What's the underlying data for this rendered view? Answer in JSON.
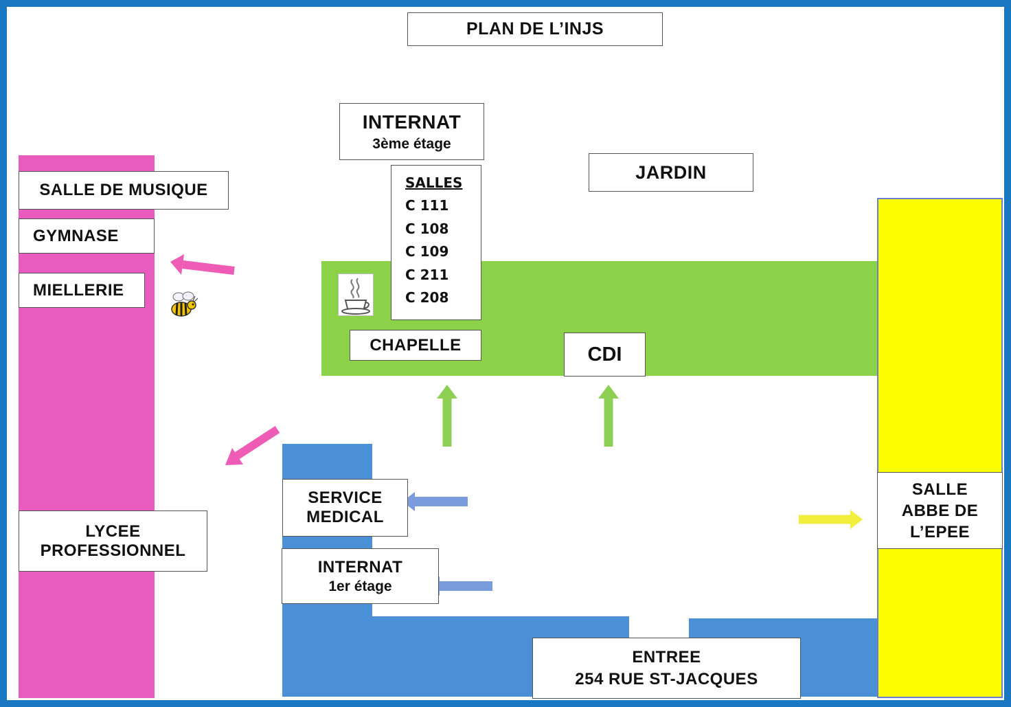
{
  "title": "PLAN DE L’INJS",
  "colors": {
    "frame": "#1a78c2",
    "pink": "#e85bbf",
    "green": "#8cd249",
    "blue": "#4b8fd6",
    "yellow": "#fdfd00",
    "arrow_pink": "#ee5cb6",
    "arrow_green": "#8ccf52",
    "arrow_blue": "#7a9cdc",
    "arrow_yellow": "#f1ee3c"
  },
  "labels": {
    "internat3": {
      "title": "INTERNAT",
      "subtitle": "3ème étage"
    },
    "salles": {
      "header": "SALLES",
      "rooms": [
        "C 111",
        "C 108",
        "C 109",
        "C 211",
        "C 208"
      ]
    },
    "jardin": "JARDIN",
    "musique": "SALLE DE MUSIQUE",
    "gymnase": "GYMNASE",
    "miellerie": "MIELLERIE",
    "chapelle": "CHAPELLE",
    "cdi": "CDI",
    "lycee": {
      "line1": "LYCEE",
      "line2": "PROFESSIONNEL"
    },
    "service": {
      "line1": "SERVICE",
      "line2": "MEDICAL"
    },
    "internat1": {
      "title": "INTERNAT",
      "subtitle": "1er étage"
    },
    "abbe": {
      "line1": "SALLE",
      "line2": "ABBE DE",
      "line3": "L’EPEE"
    },
    "entree": {
      "line1": "ENTREE",
      "line2": "254 RUE ST-JACQUES"
    }
  },
  "icons": [
    "coffee-cup-icon",
    "bee-icon"
  ]
}
